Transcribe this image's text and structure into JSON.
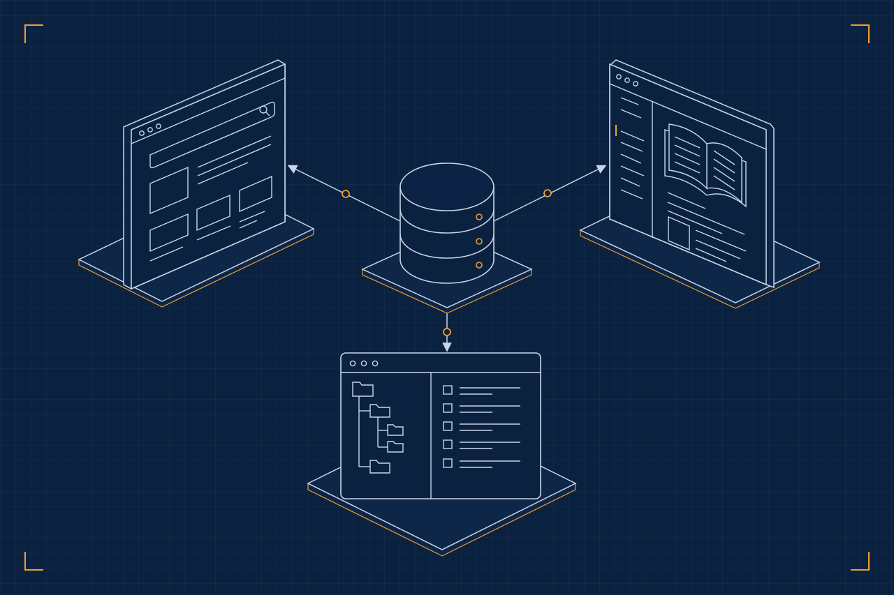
{
  "colors": {
    "background": "#0b2140",
    "grid": "#173459",
    "line": "#c9d6e8",
    "accent": "#f0a030"
  },
  "diagram": {
    "title": "",
    "center_node": {
      "icon": "database-icon"
    },
    "nodes": [
      {
        "id": "web-browser",
        "icon": "browser-window-icon"
      },
      {
        "id": "docs-reader",
        "icon": "book-reader-window-icon"
      },
      {
        "id": "file-explorer",
        "icon": "file-explorer-window-icon"
      }
    ],
    "edges": [
      {
        "from": "database",
        "to": "web-browser"
      },
      {
        "from": "database",
        "to": "docs-reader"
      },
      {
        "from": "database",
        "to": "file-explorer"
      }
    ]
  }
}
